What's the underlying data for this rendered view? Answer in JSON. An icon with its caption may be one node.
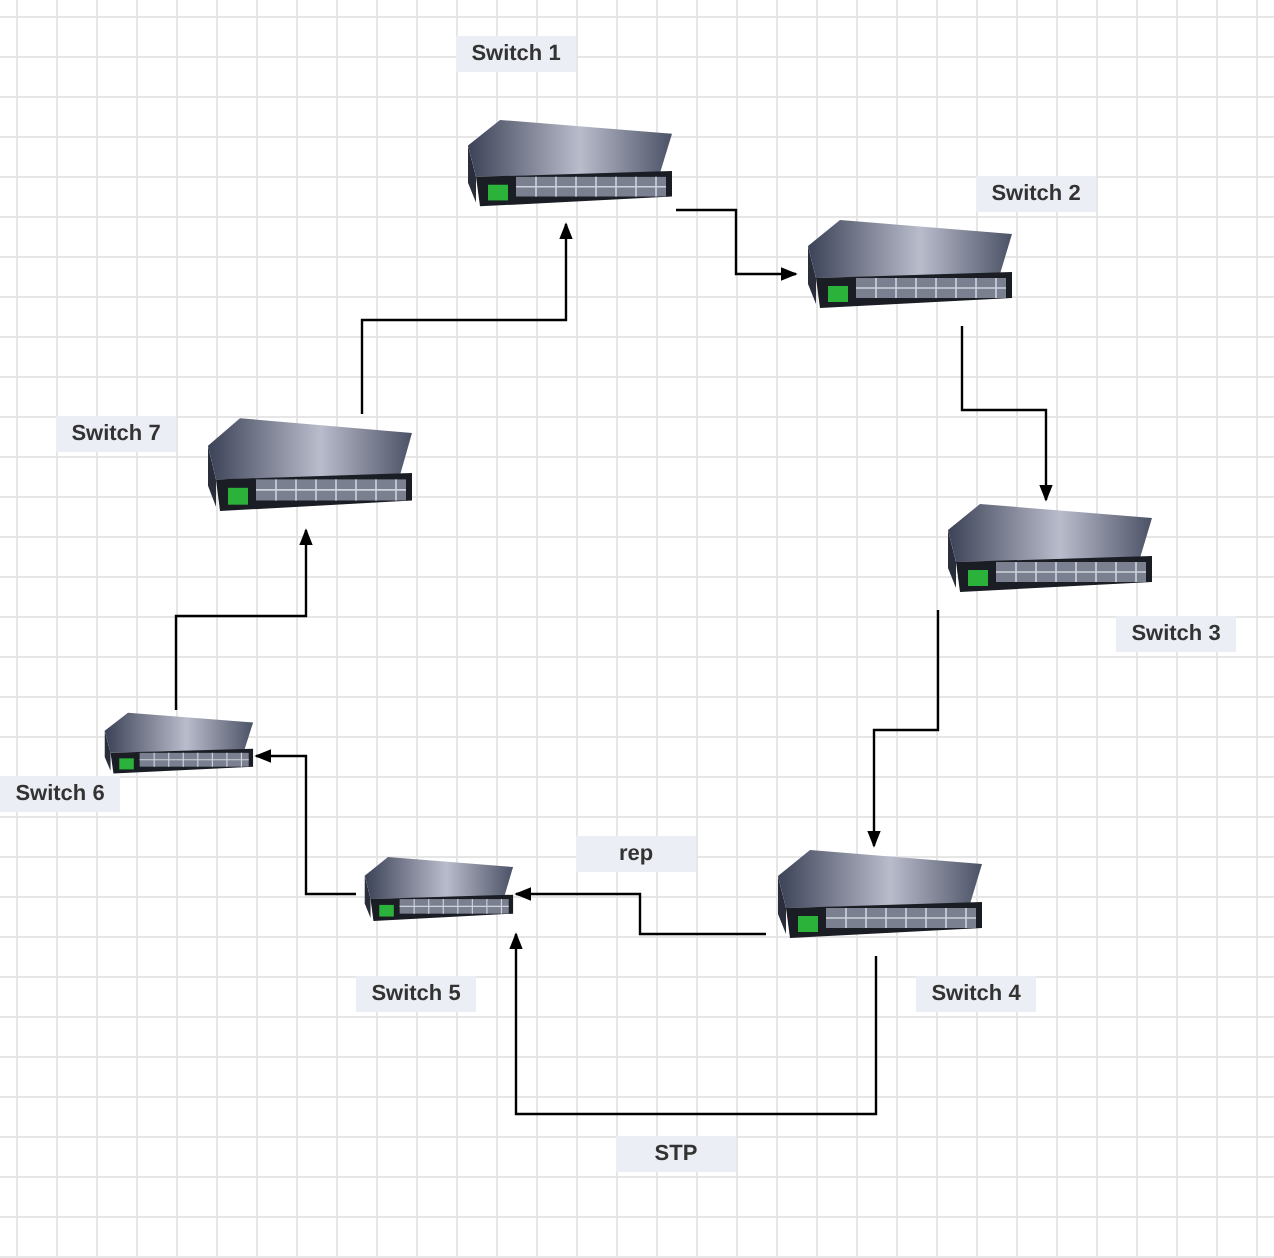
{
  "diagram": {
    "nodes": [
      {
        "text": [],
        "shape": "picture",
        "beside": [
          "Switch 1"
        ]
      },
      {
        "text": [],
        "shape": "picture",
        "beside": [
          "Switch 2"
        ]
      },
      {
        "text": [],
        "shape": "picture",
        "beside": [
          "Switch 3"
        ]
      },
      {
        "text": [],
        "shape": "picture",
        "beside": [
          "Switch 4"
        ]
      },
      {
        "text": [],
        "shape": "picture",
        "beside": [
          "Switch 5"
        ]
      },
      {
        "text": [],
        "shape": "picture",
        "beside": [
          "Switch 6"
        ]
      },
      {
        "text": [],
        "shape": "picture",
        "beside": [
          "Switch 7"
        ]
      }
    ],
    "edges": [
      {
        "from": 0,
        "to": 1,
        "arrow": "to"
      },
      {
        "from": 1,
        "to": 2,
        "arrow": "to"
      },
      {
        "from": 2,
        "to": 3,
        "arrow": "to"
      },
      {
        "from": 3,
        "to": 4,
        "arrow": "to",
        "label": "rep"
      },
      {
        "from": 3,
        "to": 4,
        "arrow": "to",
        "label": "STP"
      },
      {
        "from": 4,
        "to": 5,
        "arrow": "to"
      },
      {
        "from": 5,
        "to": 6,
        "arrow": "to"
      },
      {
        "from": 6,
        "to": 0,
        "arrow": "to"
      }
    ]
  }
}
